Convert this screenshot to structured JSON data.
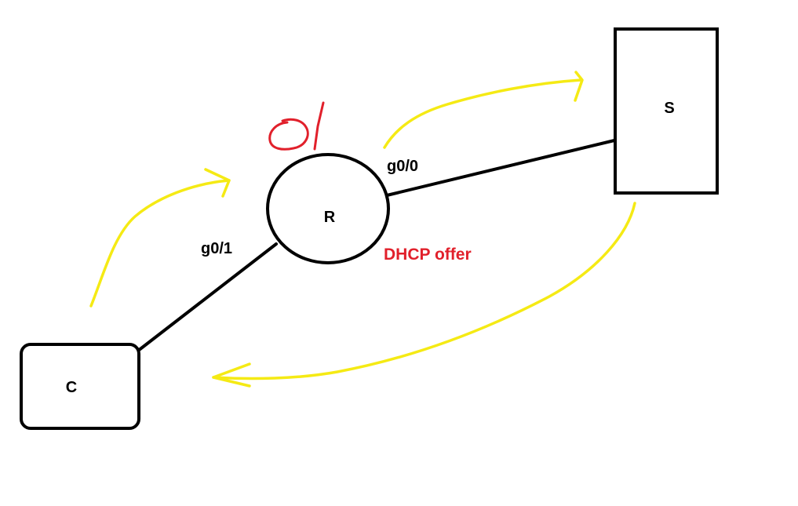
{
  "nodes": {
    "router": {
      "label": "R"
    },
    "server": {
      "label": "S"
    },
    "client": {
      "label": "C"
    }
  },
  "ports": {
    "router_server": "g0/0",
    "router_client": "g0/1"
  },
  "annotations": {
    "message": "DHCP offer",
    "sequence": "01"
  },
  "colors": {
    "line": "#000000",
    "flow_arrows": "#f5ea14",
    "annotation": "#e1202b"
  }
}
